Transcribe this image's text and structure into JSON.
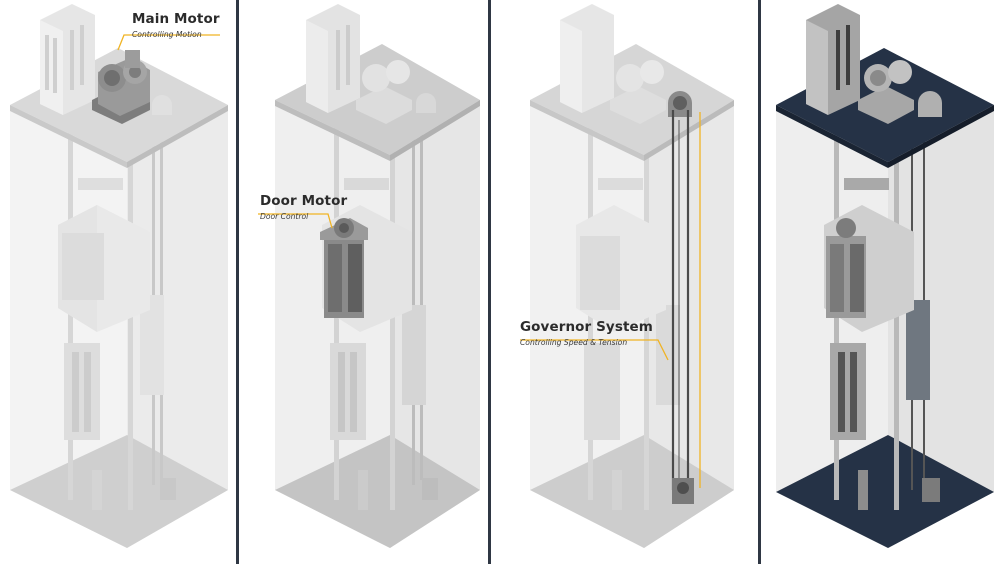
{
  "panels": [
    {
      "callout": {
        "title": "Main Motor",
        "subtitle": "Controlling Motion"
      },
      "highlight": "main-motor"
    },
    {
      "callout": {
        "title": "Door Motor",
        "subtitle": "Door Control"
      },
      "highlight": "door-motor"
    },
    {
      "callout": {
        "title": "Governor System",
        "subtitle": "Controlling Speed & Tension"
      },
      "highlight": "governor"
    },
    {
      "callout": null,
      "highlight": "all"
    }
  ],
  "colors": {
    "accent": "#f0b323",
    "highlight_gray": "#8a8a8a",
    "base_dark": "#253246",
    "divider": "#2f3744"
  }
}
